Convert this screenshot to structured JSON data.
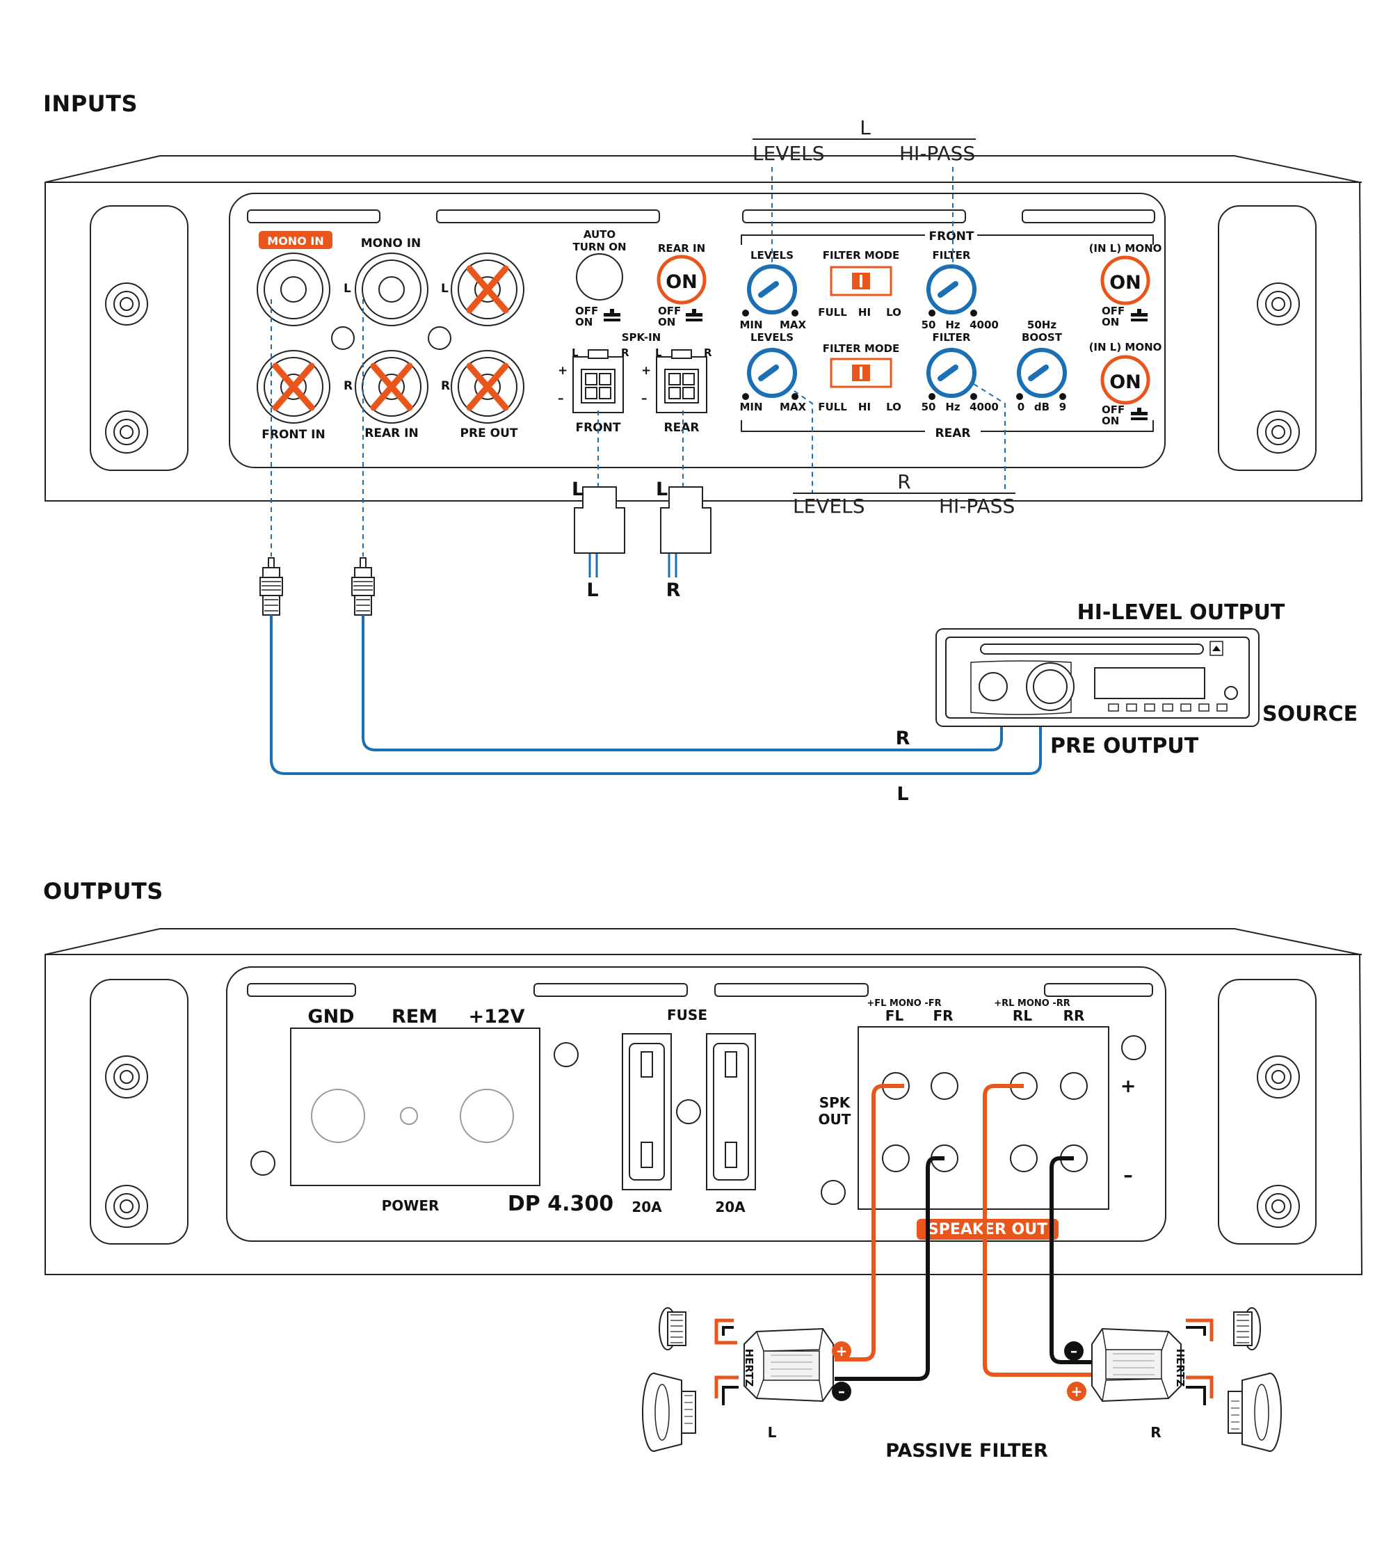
{
  "colors": {
    "accent": "#e8561c",
    "blue": "#1a6fb5",
    "line": "#222222"
  },
  "inputs": {
    "section_title": "INPUTS",
    "mono_in_tag": "MONO IN",
    "mono_in": "MONO IN",
    "front_in": "FRONT IN",
    "rear_in": "REAR IN",
    "pre_out": "PRE OUT",
    "ch_l": "L",
    "ch_r": "R",
    "auto_turn_on_1": "AUTO",
    "auto_turn_on_2": "TURN ON",
    "rear_in_switch": "REAR IN",
    "on": "ON",
    "off": "OFF",
    "spk_in": "SPK-IN",
    "plus": "+",
    "minus": "–",
    "front": "FRONT",
    "rear": "REAR",
    "levels": "LEVELS",
    "min": "MIN",
    "max": "MAX",
    "filter_mode": "FILTER MODE",
    "full": "FULL",
    "hi": "HI",
    "lo": "LO",
    "filter": "FILTER",
    "hz_50": "50",
    "hz": "Hz",
    "hz_4000": "4000",
    "boost_1": "50Hz",
    "boost_2": "BOOST",
    "db_0": "0",
    "db": "dB",
    "db_9": "9",
    "in_l_mono": "(IN L) MONO",
    "group_front": "FRONT",
    "group_rear": "REAR",
    "callout_top_header": "L",
    "callout_top_levels": "LEVELS",
    "callout_top_hipass": "HI-PASS",
    "callout_bottom_header": "R",
    "callout_bottom_levels": "LEVELS",
    "callout_bottom_hipass": "HI-PASS",
    "plug_front": "L",
    "plug_rear": "L",
    "plug_front_wire": "L",
    "plug_rear_wire": "R",
    "hi_level_output": "HI-LEVEL OUTPUT",
    "source": "SOURCE",
    "pre_output": "PRE OUTPUT",
    "cable_r": "R",
    "cable_l": "L"
  },
  "outputs": {
    "section_title": "OUTPUTS",
    "gnd": "GND",
    "rem": "REM",
    "plus12": "+12V",
    "power": "POWER",
    "model": "DP 4.300",
    "fuse": "FUSE",
    "fuse_a": "20A",
    "fuse_b": "20A",
    "fl_mono": "+FL  MONO  -FR",
    "fl": "FL",
    "fr": "FR",
    "rl_mono": "+RL  MONO  -RR",
    "rl": "RL",
    "rr": "RR",
    "spk_out_1": "SPK",
    "spk_out_2": "OUT",
    "pos": "+",
    "neg": "–",
    "speaker_out": "SPEAKER OUT",
    "passive_filter": "PASSIVE FILTER",
    "filter_l": "L",
    "filter_r": "R",
    "brand": "HERTZ",
    "badge_plus": "+",
    "badge_minus": "–"
  }
}
